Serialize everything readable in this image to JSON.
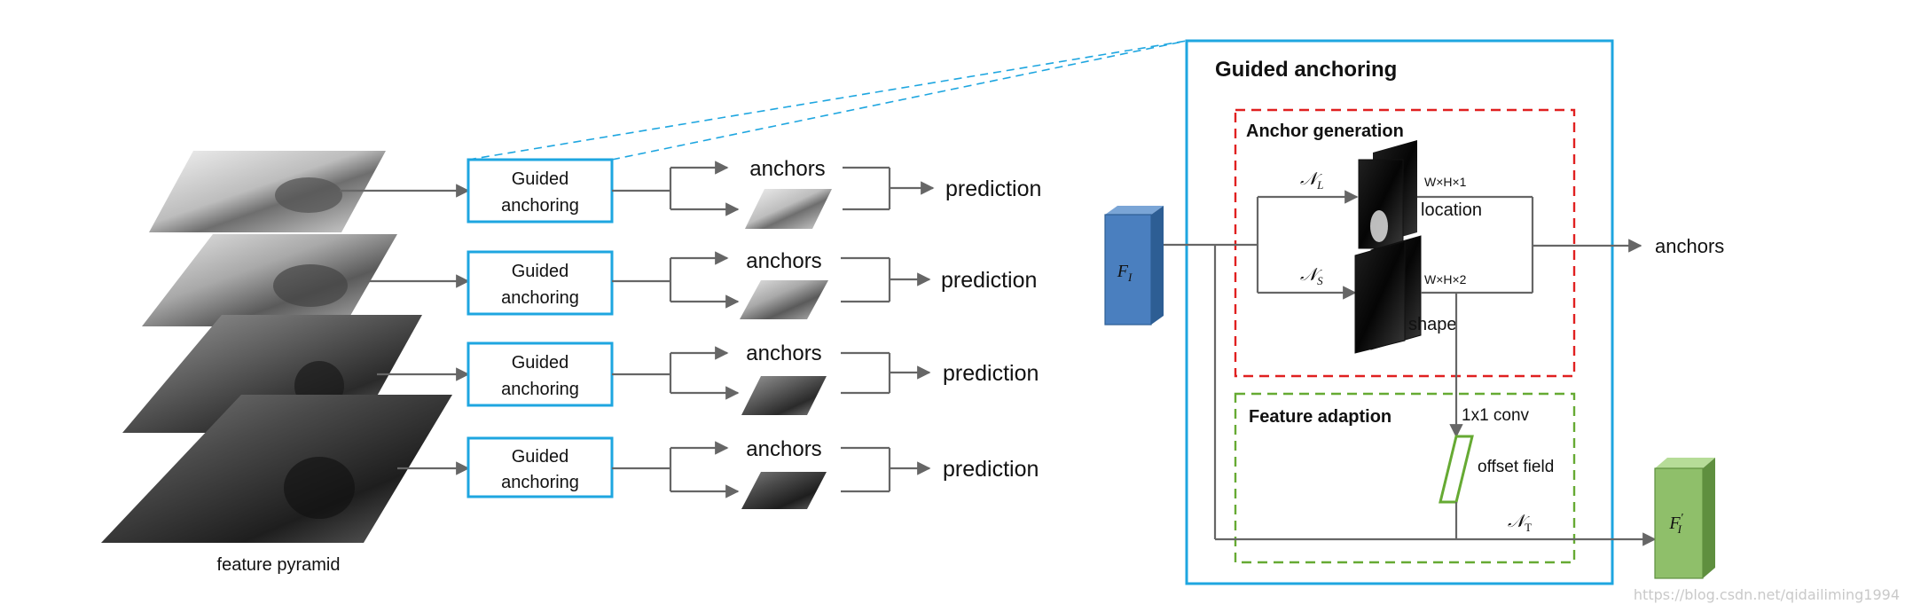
{
  "left": {
    "guided_label_line1": "Guided",
    "guided_label_line2": "anchoring",
    "anchors_label": "anchors",
    "prediction_label": "prediction",
    "pyramid_label": "feature pyramid"
  },
  "right": {
    "title": "Guided anchoring",
    "anchor_generation_title": "Anchor generation",
    "feature_adaption_title": "Feature adaption",
    "input_label": "F",
    "input_sub": "I",
    "output_label": "F",
    "output_sub": "I",
    "output_prime": "′",
    "nl_label": "𝒩",
    "nl_sub": "L",
    "ns_label": "𝒩",
    "ns_sub": "S",
    "nt_label": "𝒩",
    "nt_sub": "T",
    "dim_location": "W×H×1",
    "dim_shape": "W×H×2",
    "location_label": "location",
    "shape_label": "shape",
    "conv_label": "1x1 conv",
    "offset_label": "offset field",
    "anchors_out": "anchors"
  },
  "watermark": "https://blog.csdn.net/qidailiming1994",
  "colors": {
    "ga_box": "#1ea6e0",
    "anchor_gen_dash": "#e02020",
    "feature_adapt_dash": "#66aa33",
    "input_block": "#4a7fbf",
    "output_block": "#8fbf6a",
    "arrow": "#666666"
  }
}
